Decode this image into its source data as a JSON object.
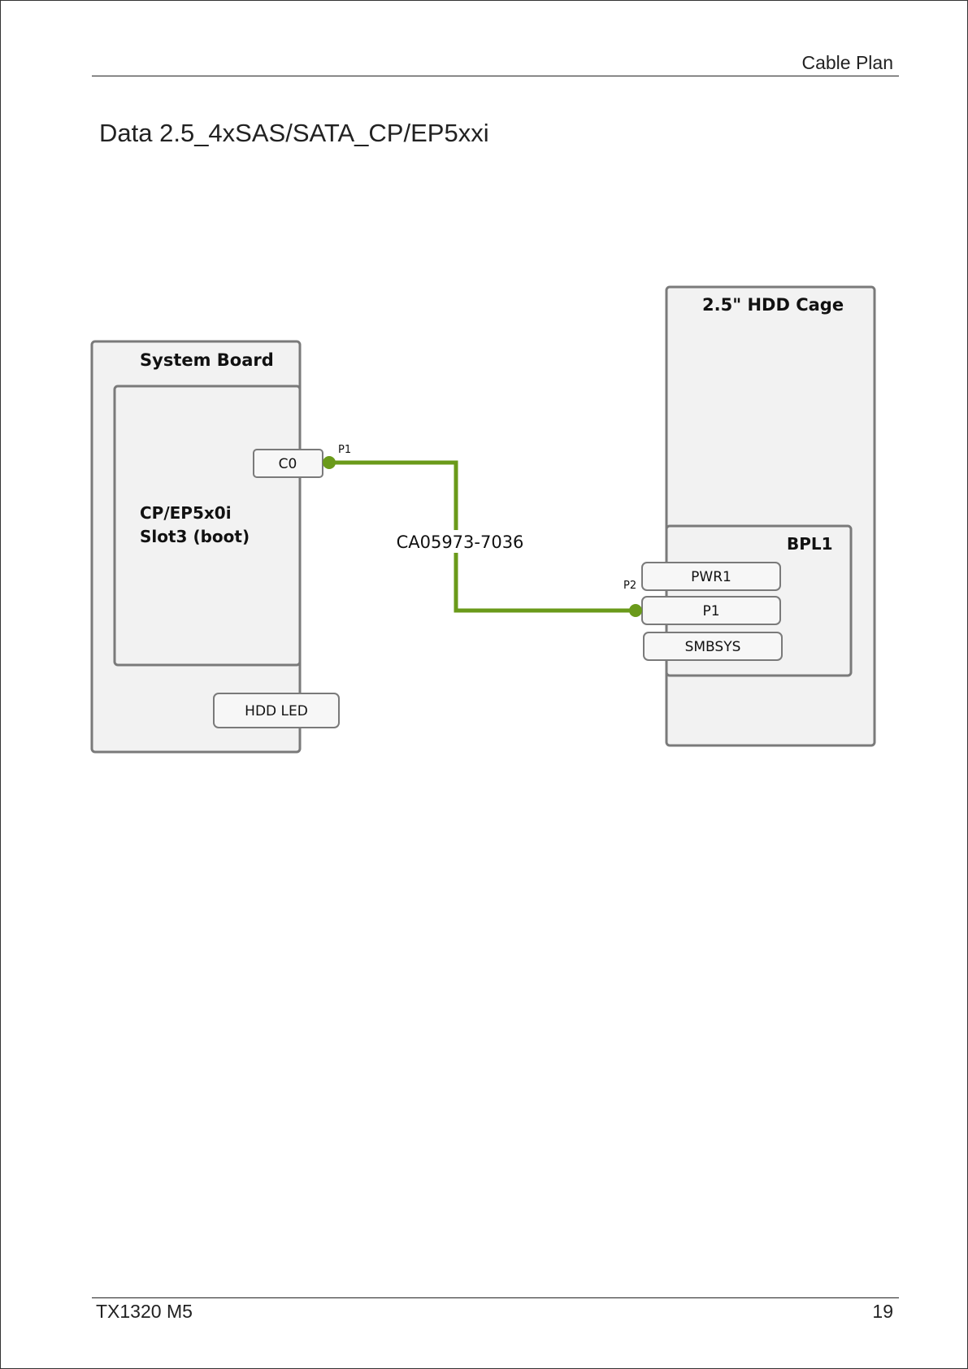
{
  "header": {
    "section": "Cable Plan"
  },
  "title": "Data 2.5_4xSAS/SATA_CP/EP5xxi",
  "footer": {
    "model": "TX1320 M5",
    "page_number": "19"
  },
  "diagram": {
    "system_board": {
      "label": "System Board",
      "controller_line1": "CP/EP5x0i",
      "controller_line2": "Slot3 (boot)",
      "port_c0": "C0",
      "hdd_led": "HDD LED"
    },
    "hdd_cage": {
      "label": "2.5\" HDD Cage",
      "backplane": "BPL1",
      "port_pwr1": "PWR1",
      "port_p1": "P1",
      "port_smbsys": "SMBSYS"
    },
    "cable": {
      "part_number": "CA05973-7036",
      "end1": "P1",
      "end2": "P2",
      "color": "#6a9a1a"
    }
  }
}
